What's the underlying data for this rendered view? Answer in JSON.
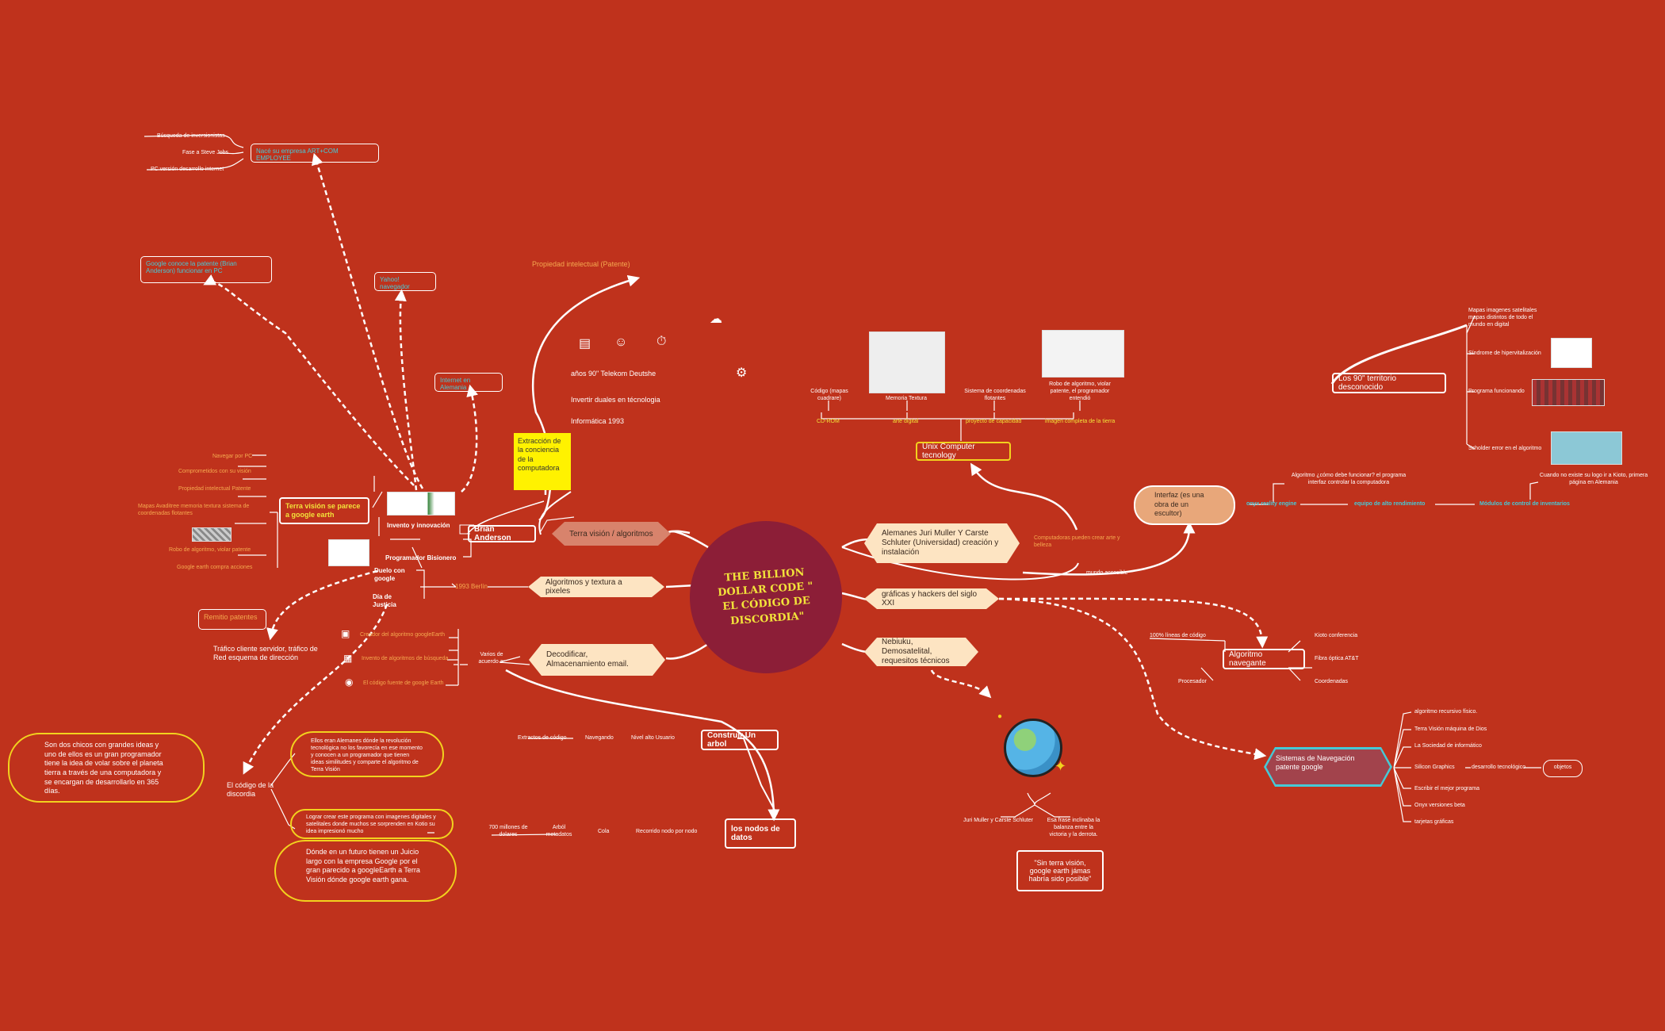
{
  "central": {
    "title": "THE BILLION DOLLAR CODE \" EL CÓDIGO DE DISCORDIA\""
  },
  "colors": {
    "background": "#bf321c",
    "central": "#8c1e37",
    "branch": "#fde4c2",
    "yellow": "#f2e23a",
    "cyan": "#46c9d6",
    "orange": "#f5a94f"
  },
  "left": {
    "terra_vision_algoritmos": "Terra visión / algoritmos",
    "algoritmos_textura": "Algoritmos y textura a pixeles",
    "decodificar": "Decodificar, Almacenamiento email.",
    "extraccion": "Extracción de la conciencia de la computadora",
    "propiedad_intelectual": "Propiedad intelectual  (Patente)",
    "texts_90s": [
      "años 90\" Telekom Deutshe",
      "Invertir  duales  en técnologia",
      "Informática  1993"
    ],
    "brian_anderson": "Brian Anderson",
    "invento_innovacion": "Invento y innovación",
    "programador_bisionero": "Programador Bisionero",
    "terra_parece": "Terra visión se parece a google earth",
    "terra_items": [
      "Navegar por PC",
      "Comprometidos con su visión",
      "Propiedad intelectual Patente",
      "Mapas Avaditree memoria textura sistema de coordenadas flotantes",
      "Robo de algoritmo, violar patente",
      "Google earth compra acciones"
    ],
    "google_conoce": "Google conoce la patente (Brian Anderson) funcionar en PC",
    "yahoo": "Yahoo! navegador",
    "internet_alemania": "Internet en Alemania",
    "nace_empresa": "Nacé su empresa ART+COM EMPLOYEE",
    "nace_items": [
      "Búsqueda de inversionistas",
      "Fase a Steve Jobs",
      "PC versión desarrollo internet"
    ],
    "duelo": "Duelo con google",
    "dia_justicia": "Día de Justicia",
    "berlin": "1993 Berlín",
    "remitio": "Remitio patentes",
    "trafico": "Tráfico cliente servidor, tráfico de Red esquema de dirección",
    "varios": "Varios de acuerdo a:",
    "varios_items": [
      "Creador del algoritmo googleEarth",
      "Invento de algoritmos de búsqueda",
      "El código fuente  de google Earth"
    ],
    "codigo_discordia": "El código de la discordia",
    "ellos_eran": "Ellos eran Alemanes dónde la revolución tecnológica no los favorecía en ese momento y conocen a un programador que  tienen ideas similitudes y comparte el algoritmo  de Terra Visión",
    "lograr": "Lograr crear este programa con imagenes digitales  y satelitales donde muchos se sorprenden  en Kotio su idea impresionó mucho",
    "son_dos_chicos": "Son dos chicos con grandes ideas y uno de ellos es un gran programador tiene la idea de volar sobre el planeta tierra a través de una computadora y se encargan de desarrollarlo en 365 días.",
    "donde_futuro": "Dónde en un futuro tienen un Juicio  largo con  la empresa Google por el gran parecido a googleEarth  a Terra Visión dónde google earth gana.",
    "construir_arbol": "Construir Un arbol",
    "arbol_chain": [
      "Extractos de código",
      "Navegando",
      "Nivel alto Usuario"
    ],
    "nodos": "los nodos de datos",
    "nodos_chain": [
      "700 millones de dolares",
      "Arból metadatos",
      "Cola",
      "Recorrido nodo por nodo"
    ]
  },
  "right": {
    "alemanes": "Alemanes Juri Muller Y Carste Schluter  (Universidad)  creación y instalación",
    "computadoras": "Computadoras pueden crear arte y belleza",
    "mundo_accesible": "mundo accesible",
    "interfaz": "Interfaz (es una obra de un escultor)",
    "unix": "Unix Computer tecnology",
    "unix_top": [
      "Código (mapas cuadrare)",
      "Memoria Textura",
      "Sistema de coordenadas flotantes",
      "Robo de algoritmo, violar patente, el programador entendió"
    ],
    "unix_yellow": [
      "CD-ROM",
      "arte digital",
      "proyecto de capacidad",
      "imagen completa de la tierra"
    ],
    "interfaz_chain": [
      "onyx  reality engine",
      "equipo de alto rendimiento",
      "Módulos de control de inventarios"
    ],
    "algoritmo_como": "Algoritmo ¿cómo debe funcionar? el programa interfaz controlar  la computadora",
    "cuando": "Cuando no existe su logo ir a Kioto, primera página en Alemania",
    "los90": "Los 90\"  territorio desconocido",
    "los90_items": [
      "Mapas  imagenes satelitales mapas distintos  de todo el mundo en digital",
      "Síndrome de hipervitalización",
      "Programa funcionando",
      "Scholder  error en el algoritmo"
    ],
    "graficas": "gráficas y hackers del siglo XXI",
    "algoritmo_navegante": "Algoritmo navegante",
    "nav_items": [
      "100% líneas de código",
      "Kioto conferencia",
      "Fibra óptica AT&T",
      "Procesador",
      "Coordenadas"
    ],
    "sistemas": "Sistemas de Navegación  patente google",
    "sistemas_items": [
      "algoritmo recursivo  físico.",
      "Terra Visión máquina de Dios",
      "La Sociedad de informático",
      "Silicon Graphics",
      "Escribir el mejor programa",
      "Onyx versiones beta",
      "tarjetas gráficas"
    ],
    "desarrollo": "desarrollo tecnológico",
    "objetos": "objetos",
    "nebiuku": "Nebiuku, Demosatelital, requesitos técnicos",
    "juri": "Juri Muller  y Carste Schluter",
    "esa_frase": "Esa frase inclinaba la balanza entre la victoria y la derrota.",
    "sin_terra": "\"Sin terra visión, google earth jámas habría sido posible\""
  }
}
